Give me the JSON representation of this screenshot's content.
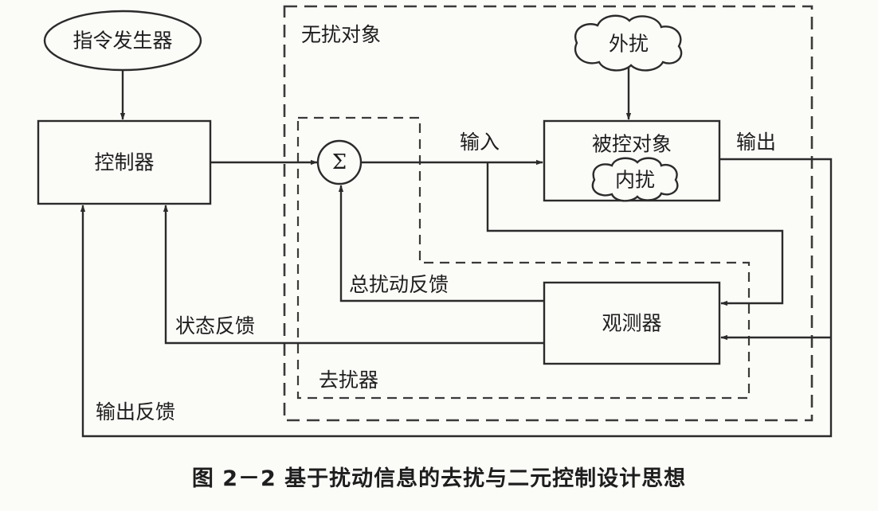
{
  "blocks": {
    "command_generator": "指令发生器",
    "controller": "控制器",
    "summing_junction": "Σ",
    "plant": "被控对象",
    "internal_disturbance": "内扰",
    "external_disturbance": "外扰",
    "observer": "观测器"
  },
  "regions": {
    "undisturbed_object": "无扰对象",
    "disturbance_rejector": "去扰器"
  },
  "signals": {
    "input": "输入",
    "output": "输出",
    "total_disturbance_feedback": "总扰动反馈",
    "state_feedback": "状态反馈",
    "output_feedback": "输出反馈"
  },
  "caption": "图 2－2   基于扰动信息的去扰与二元控制设计思想"
}
